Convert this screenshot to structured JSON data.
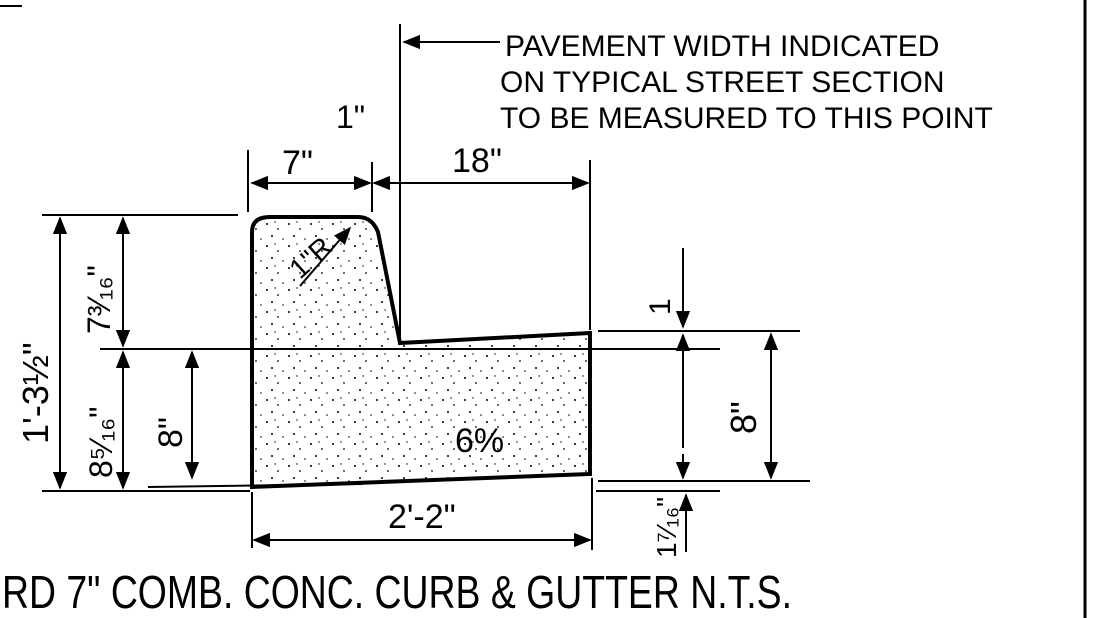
{
  "note": {
    "line1": "PAVEMENT WIDTH INDICATED",
    "line2": "ON TYPICAL STREET SECTION",
    "line3": "TO BE MEASURED TO THIS POINT"
  },
  "dims": {
    "top_clearance": "1\"",
    "curb_top_width": "7\"",
    "gutter_width": "18\"",
    "radius": "1\"R",
    "overall_height": "1'-3½\"",
    "upper_height": "7³⁄₁₆\"",
    "lower_height": "8⁵⁄₁₆\"",
    "inner_height": "8\"",
    "right_height": "8\"",
    "right_small": "1",
    "bottom_offset": "1⁷⁄₁₆\"",
    "overall_width": "2'-2\"",
    "slope": "6%"
  },
  "caption": "RD 7\" COMB. CONC. CURB & GUTTER N.T.S."
}
